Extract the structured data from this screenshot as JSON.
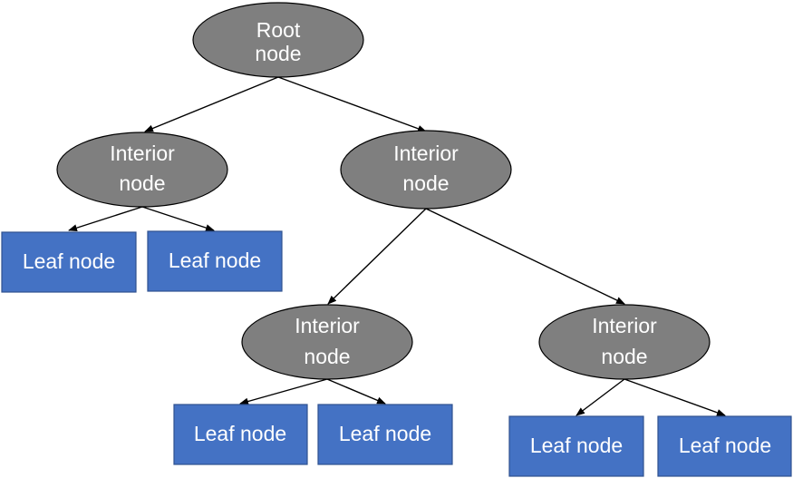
{
  "diagram": {
    "root": {
      "line1": "Root",
      "line2": "node"
    },
    "interior_a": {
      "line1": "Interior",
      "line2": "node"
    },
    "interior_b": {
      "line1": "Interior",
      "line2": "node"
    },
    "interior_c": {
      "line1": "Interior",
      "line2": "node"
    },
    "interior_d": {
      "line1": "Interior",
      "line2": "node"
    },
    "leaf_1": "Leaf node",
    "leaf_2": "Leaf node",
    "leaf_3": "Leaf node",
    "leaf_4": "Leaf node",
    "leaf_5": "Leaf node",
    "leaf_6": "Leaf node"
  },
  "colors": {
    "interior_fill": "#7f7f7f",
    "leaf_fill": "#4472c4",
    "label_text": "#ffffff"
  }
}
